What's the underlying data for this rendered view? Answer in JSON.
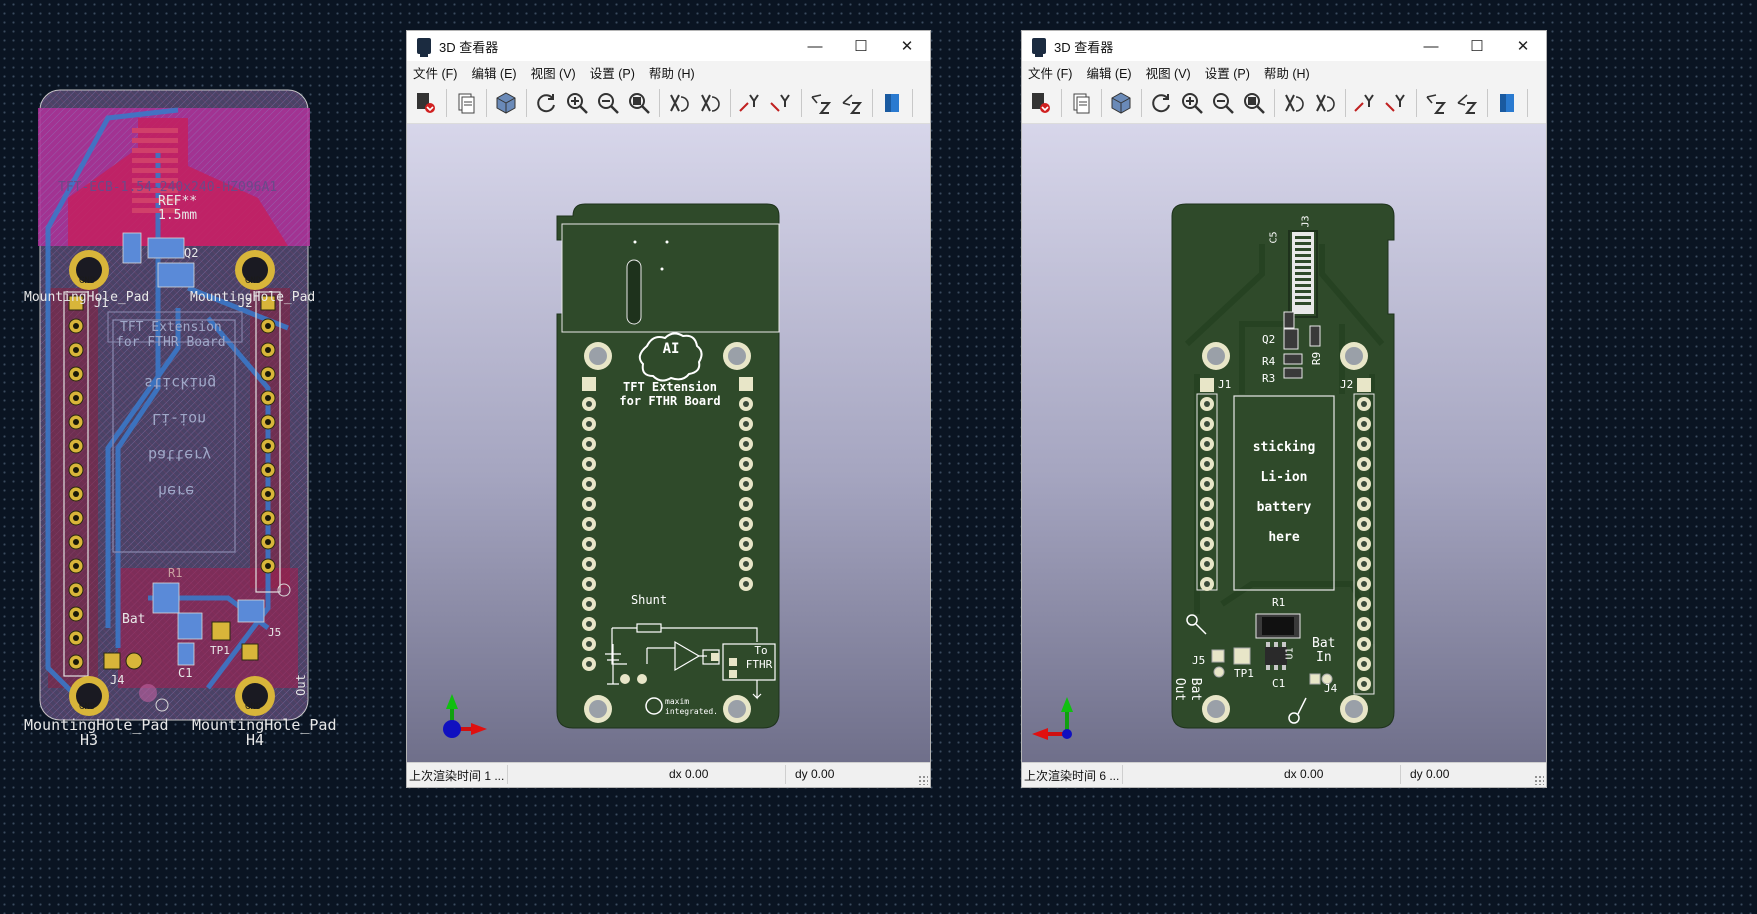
{
  "pcb_editor": {
    "silk": {
      "fpc_ref": "TFT-ECB-1.54-240x240-HZ096A1",
      "ref_star": "REF**",
      "pitch": "1.5mm",
      "ext_line1": "TFT Extension",
      "ext_line2": "for FTHR Board",
      "battery": [
        "sticking",
        "Li-ion",
        "battery",
        "here"
      ],
      "gnd": "GND"
    },
    "labels": {
      "mh1": "MountingHole_Pad",
      "mh2": "MountingHole_Pad",
      "mh3": "MountingHole_Pad",
      "mh4": "MountingHole_Pad",
      "h3": "H3",
      "h4": "H4",
      "j1": "J1",
      "j2": "J2",
      "j4": "J4",
      "j5": "J5",
      "tp1": "TP1",
      "c1": "C1",
      "r1": "R1",
      "q2": "Q2",
      "bat": "Bat",
      "out": "Out"
    }
  },
  "viewer_left": {
    "title": "3D 查看器",
    "menu": [
      "文件 (F)",
      "编辑 (E)",
      "视图 (V)",
      "设置 (P)",
      "帮助 (H)"
    ],
    "status": {
      "render": "上次渲染时间 1 ...",
      "dx": "dx 0.00",
      "dy": "dy 0.00"
    },
    "board": {
      "title1": "TFT Extension",
      "title2": "for FTHR Board",
      "ai": "AI",
      "shunt": "Shunt",
      "to": "To",
      "fthr": "FTHR",
      "maxim1": "maxim",
      "maxim2": "integrated."
    }
  },
  "viewer_right": {
    "title": "3D 查看器",
    "menu": [
      "文件 (F)",
      "编辑 (E)",
      "视图 (V)",
      "设置 (P)",
      "帮助 (H)"
    ],
    "status": {
      "render": "上次渲染时间 6 ...",
      "dx": "dx 0.00",
      "dy": "dy 0.00"
    },
    "board": {
      "battery": [
        "sticking",
        "Li-ion",
        "battery",
        "here"
      ],
      "j1": "J1",
      "j2": "J2",
      "j3": "J3",
      "j4": "J4",
      "j5": "J5",
      "q2": "Q2",
      "r4": "R4",
      "r3": "R3",
      "r9": "R9",
      "c5": "C5",
      "r1": "R1",
      "u1": "U1",
      "tp1": "TP1",
      "c1": "C1",
      "bat_in1": "Bat",
      "bat_in2": "In",
      "bat_out1": "Bat",
      "bat_out2": "Out"
    }
  },
  "toolbar_icons": [
    "render-icon",
    "copy-clipboard-icon",
    "raytrace-cube-icon",
    "reload-icon",
    "zoom-in-icon",
    "zoom-out-icon",
    "zoom-fit-icon",
    "rotate-x-cw-icon",
    "rotate-x-ccw-icon",
    "rotate-y-cw-icon",
    "rotate-y-ccw-icon",
    "rotate-z-cw-icon",
    "rotate-z-ccw-icon",
    "flip-board-icon"
  ],
  "colors": {
    "background": "#0a1422",
    "board_green": "#2f4a2a",
    "silk_white": "#ffffff",
    "copper_front": "#d0206a",
    "copper_back": "#3a78c8",
    "pad_gold": "#d8b53a",
    "viewport_top": "#d7d6ea",
    "viewport_bottom": "#6f6f8a"
  }
}
